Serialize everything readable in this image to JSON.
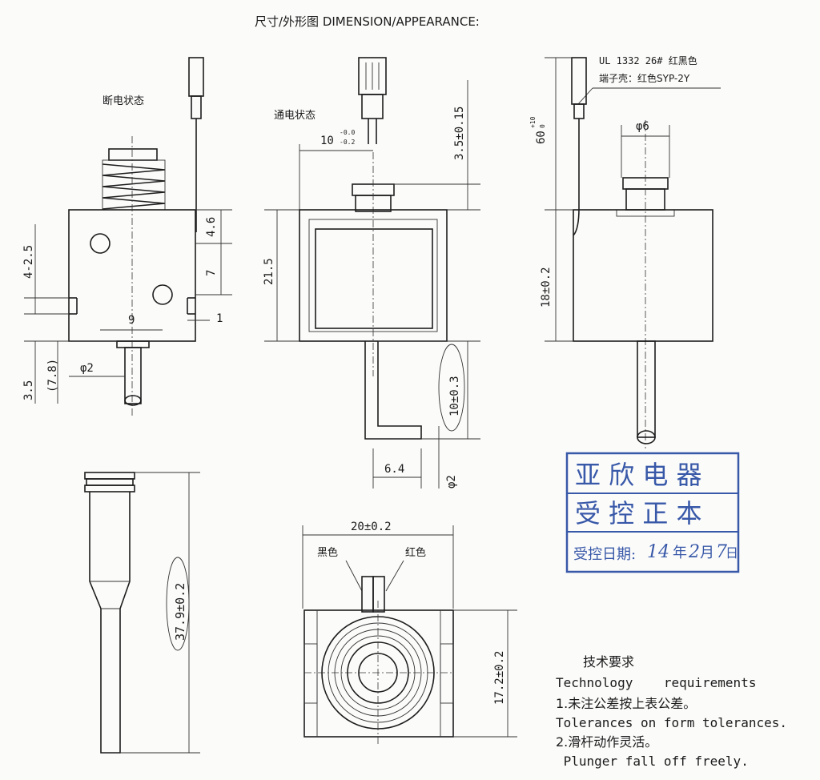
{
  "title": "尺寸/外形图 DIMENSION/APPEARANCE:",
  "views": {
    "off_state": {
      "label": "断电状态",
      "dims": [
        "4-2.5",
        "4.6",
        "7",
        "9",
        "1",
        "3.5",
        "(7.8)",
        "φ2"
      ]
    },
    "on_state": {
      "label": "通电状态",
      "stroke_dim": "10",
      "stroke_tol_upper": "-0.0",
      "stroke_tol_lower": "-0.2",
      "dims": [
        "3.5±0.15",
        "21.5",
        "10±0.3",
        "6.4",
        "φ2"
      ]
    },
    "side_view": {
      "wire_spec_line1": "UL 1332 26# 红黑色",
      "wire_spec_line2": "端子壳：红色SYP-2Y",
      "lead_length_main": "60",
      "lead_length_tol_upper": "+10",
      "lead_length_tol_lower": "0",
      "dims": [
        "φ6",
        "18±0.2"
      ]
    },
    "plunger_view": {
      "dims": [
        "37.9±0.2"
      ]
    },
    "front_view": {
      "dims": [
        "20±0.2",
        "17.2±0.2"
      ],
      "wire_black": "黑色",
      "wire_red": "红色"
    }
  },
  "stamp": {
    "company": "亚 欣 电 器",
    "status": "受 控 正 本",
    "date_label": "受控日期:",
    "date_year": "14",
    "date_year_unit": "年",
    "date_month": "2",
    "date_month_unit": "月",
    "date_day": "7",
    "date_day_unit": "日"
  },
  "requirements": {
    "heading_cn": "技术要求",
    "heading_en": "Technology    requirements",
    "items": [
      {
        "cn": "1.未注公差按上表公差。",
        "en": "Tolerances on form tolerances."
      },
      {
        "cn": "2.滑杆动作灵活。",
        "en": " Plunger fall off freely."
      }
    ]
  },
  "colors": {
    "line": "#1d1d1d",
    "stamp": "#3858a8",
    "paper": "#fbfbfa"
  }
}
